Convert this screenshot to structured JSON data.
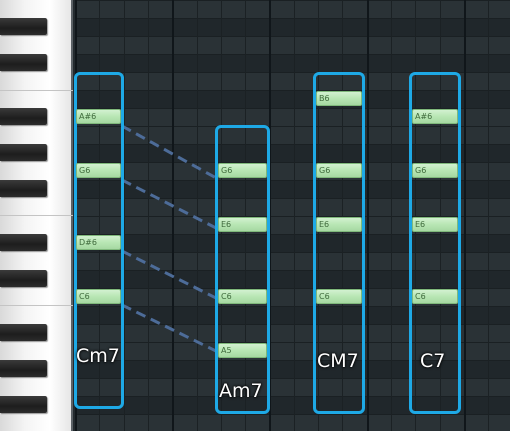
{
  "chords": [
    {
      "name": "Cm7",
      "notes": [
        "A#6",
        "G6",
        "D#6",
        "C6"
      ]
    },
    {
      "name": "Am7",
      "notes": [
        "G6",
        "E6",
        "C6",
        "A5"
      ]
    },
    {
      "name": "CM7",
      "notes": [
        "B6",
        "G6",
        "E6",
        "C6"
      ]
    },
    {
      "name": "C7",
      "notes": [
        "A#6",
        "G6",
        "E6",
        "C6"
      ]
    }
  ],
  "colors": {
    "chord_outline": "#1ea9e6",
    "note_fill": "#b8e6b4",
    "voice_leading_line": "#4d6c99"
  }
}
